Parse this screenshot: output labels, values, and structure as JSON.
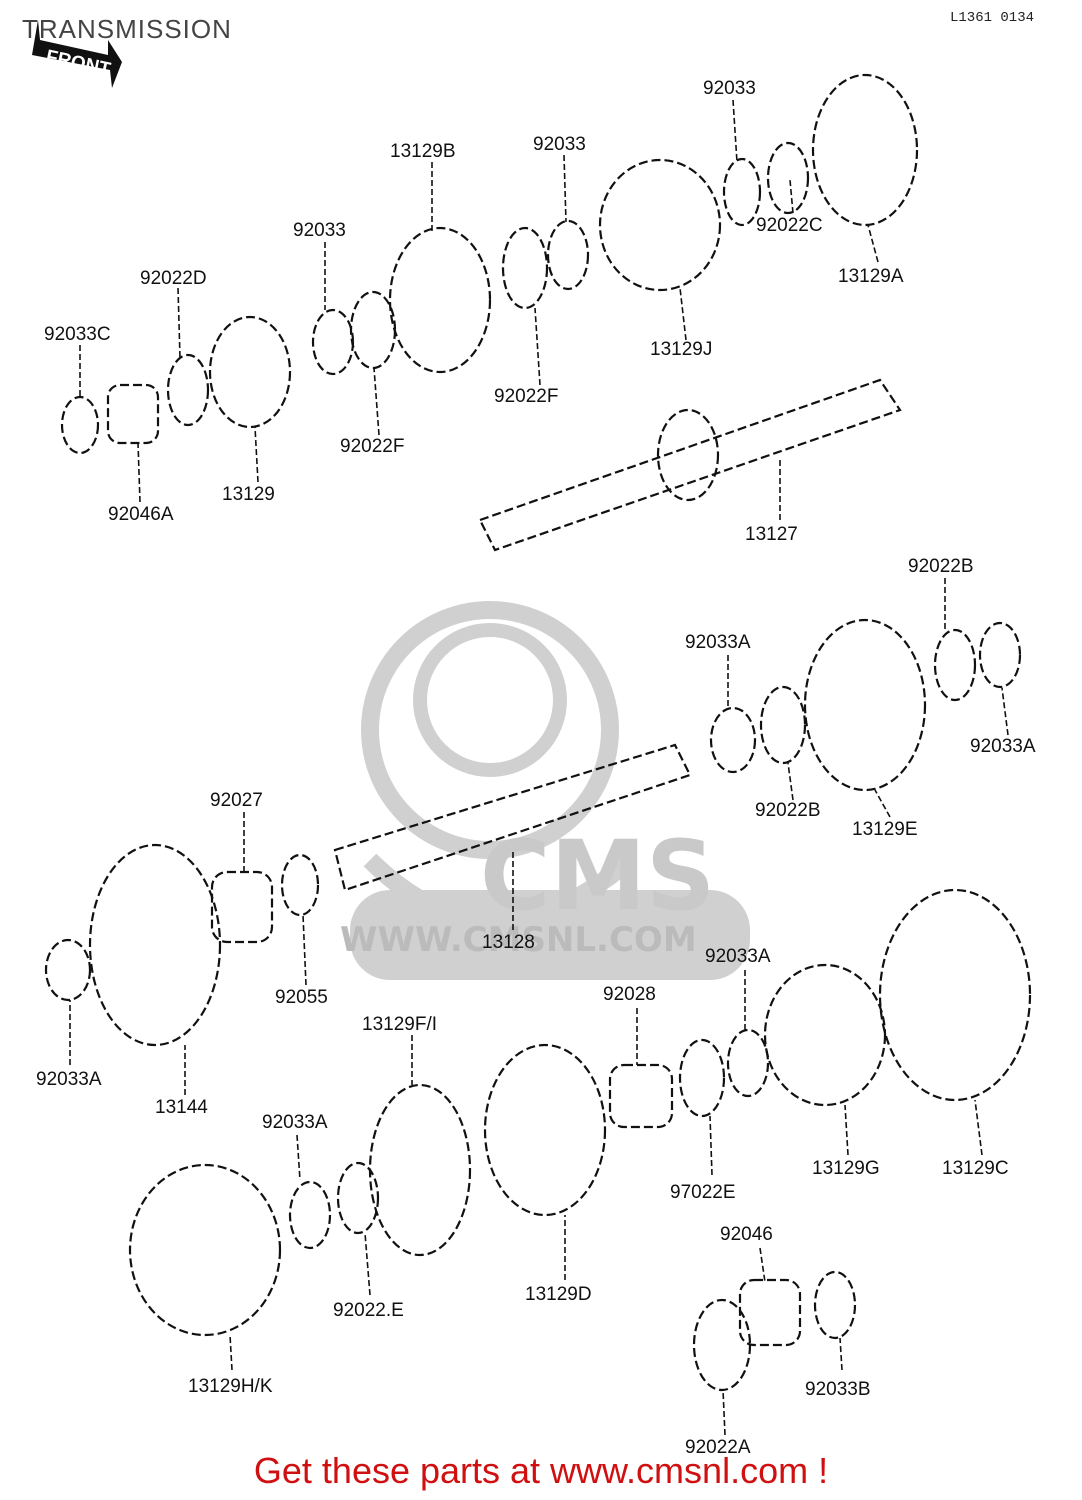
{
  "header": {
    "title": "TRANSMISSION",
    "ref_code": "L1361 0134"
  },
  "front_marker": "FRONT",
  "watermark": {
    "logo_text": "CMS",
    "url_text": "WWW.CMSNL.COM"
  },
  "footer": {
    "text": "Get these parts at www.cmsnl.com !",
    "color": "#d01010"
  },
  "part_labels": [
    "92033",
    "13129B",
    "92033",
    "92033",
    "92022D",
    "92033C",
    "92022C",
    "13129A",
    "13129J",
    "92022F",
    "92022F",
    "13129",
    "92046A",
    "13127",
    "92022B",
    "92033A",
    "92033A",
    "92022B",
    "13129E",
    "92027",
    "13128",
    "92055",
    "92033A",
    "13144",
    "92033A",
    "92028",
    "13129F/I",
    "92033A",
    "97022E",
    "13129G",
    "13129C",
    "13129D",
    "92022.E",
    "92046",
    "92033B",
    "92022A",
    "13129H/K"
  ]
}
